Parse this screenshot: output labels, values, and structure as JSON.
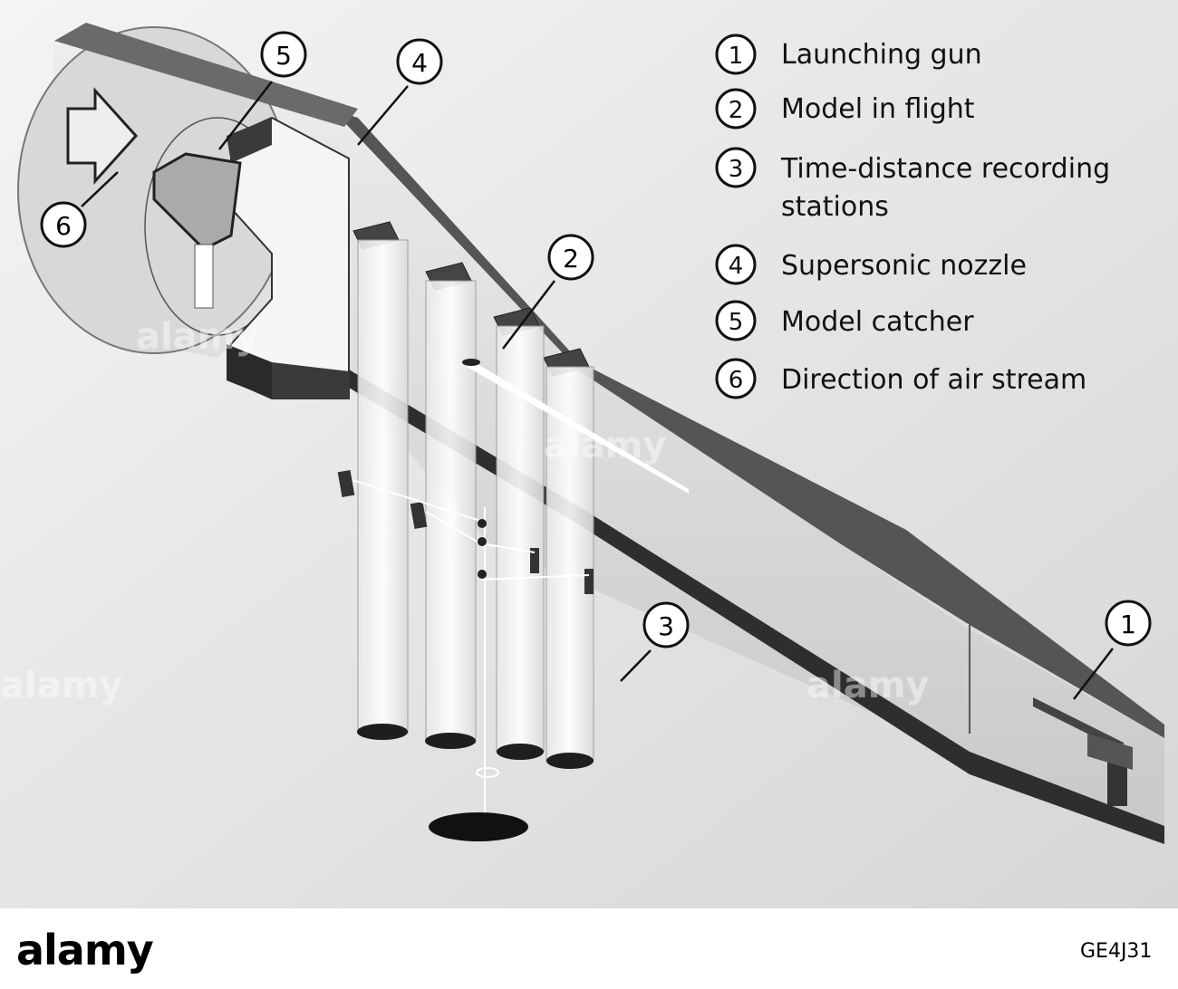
{
  "legend": [
    {
      "num": "1",
      "label": "Launching gun"
    },
    {
      "num": "2",
      "label": "Model in flight"
    },
    {
      "num": "3",
      "label": "Time-distance recording",
      "label2": "stations"
    },
    {
      "num": "4",
      "label": "Supersonic nozzle"
    },
    {
      "num": "5",
      "label": "Model catcher"
    },
    {
      "num": "6",
      "label": "Direction of air stream"
    }
  ],
  "callouts": {
    "c1": "1",
    "c2": "2",
    "c3": "3",
    "c4": "4",
    "c5": "5",
    "c6": "6"
  },
  "watermark": {
    "text": "alamy"
  },
  "footer": {
    "brand": "alamy",
    "code": "GE4J31"
  }
}
